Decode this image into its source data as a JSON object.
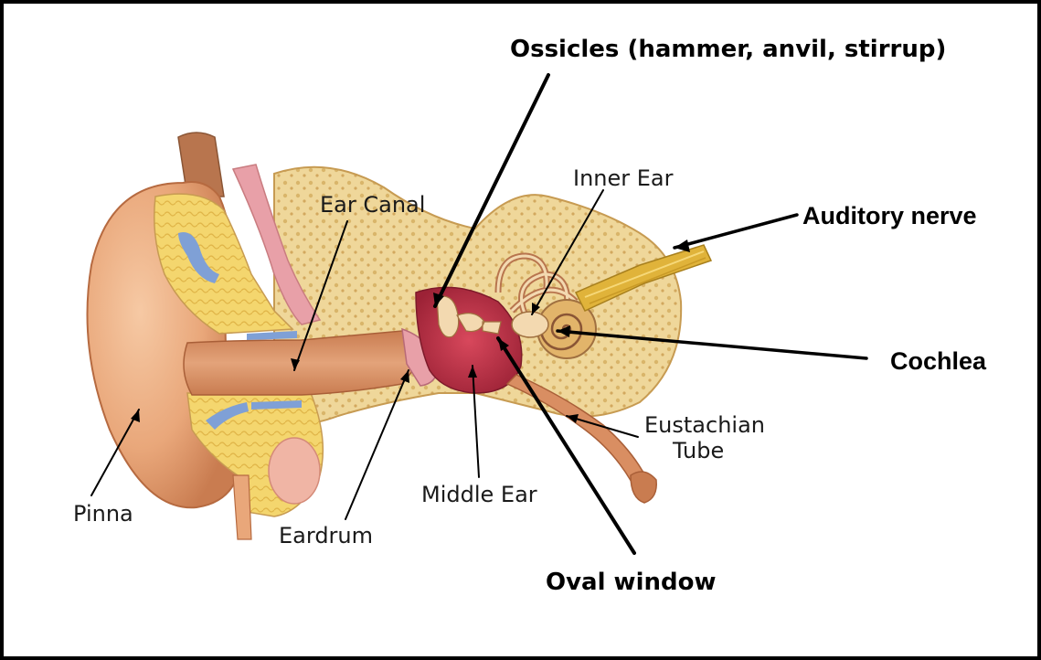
{
  "labels": {
    "ossicles": "Ossicles (hammer, anvil, stirrup)",
    "ear_canal": "Ear Canal",
    "inner_ear": "Inner Ear",
    "auditory_nerve": "Auditory nerve",
    "cochlea": "Cochlea",
    "eustachian_1": "Eustachian",
    "eustachian_2": "Tube",
    "pinna": "Pinna",
    "eardrum": "Eardrum",
    "middle_ear": "Middle Ear",
    "oval_window": "Oval window"
  },
  "colors": {
    "skin": "#e9a77a",
    "skin_dark": "#c97c50",
    "cartilage": "#f2d98a",
    "bone": "#efd79a",
    "bone_dot": "#d9b56a",
    "middle_ear": "#c2334a",
    "nerve": "#e0b33a",
    "canal": "#d98e62",
    "blue": "#7fa0d6",
    "pink": "#e8a0a8"
  }
}
